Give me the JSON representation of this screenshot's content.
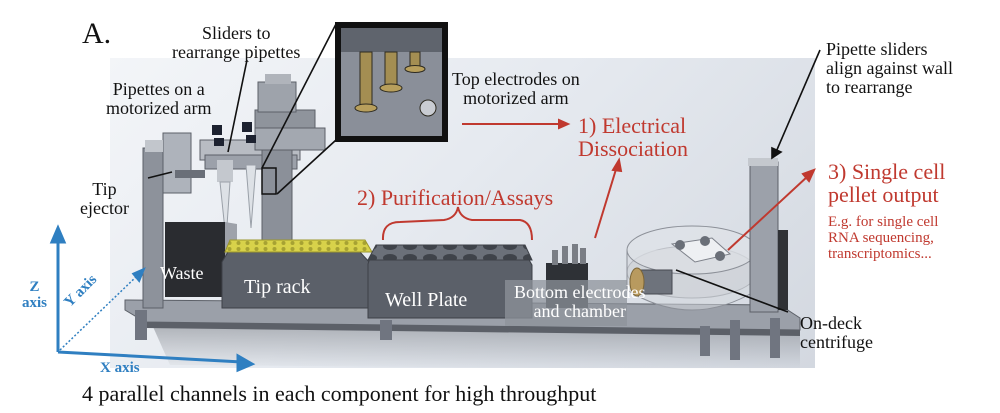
{
  "figure": {
    "panel_label": "A.",
    "caption": "4 parallel channels in each component for high throughput"
  },
  "annotations": {
    "sliders": [
      "Sliders to",
      "rearrange pipettes"
    ],
    "pipettes_arm": [
      "Pipettes on a",
      "motorized arm"
    ],
    "tip_ejector": [
      "Tip",
      "ejector"
    ],
    "top_electrodes": [
      "Top electrodes on",
      "motorized arm"
    ],
    "pipette_sliders_wall": [
      "Pipette sliders",
      "align against wall",
      "to rearrange"
    ],
    "on_deck_centrifuge": [
      "On-deck",
      "centrifuge"
    ]
  },
  "steps": {
    "step1": [
      "1) Electrical",
      "Dissociation"
    ],
    "step2": "2) Purification/Assays",
    "step3": [
      "3) Single cell",
      "pellet output"
    ],
    "step3_note": [
      "E.g. for single cell",
      "RNA sequencing,",
      "transcriptomics..."
    ]
  },
  "components": {
    "waste": "Waste",
    "tip_rack": "Tip rack",
    "well_plate": "Well Plate",
    "bottom_electrodes": [
      "Bottom electrodes",
      "and chamber"
    ]
  },
  "axes": {
    "z": [
      "Z",
      "axis"
    ],
    "y": "Y axis",
    "x": "X axis"
  },
  "colors": {
    "step_red": "#c0392f",
    "axis_blue": "#2f7fc1",
    "tip_rack_yellow": "#d8d24a"
  }
}
